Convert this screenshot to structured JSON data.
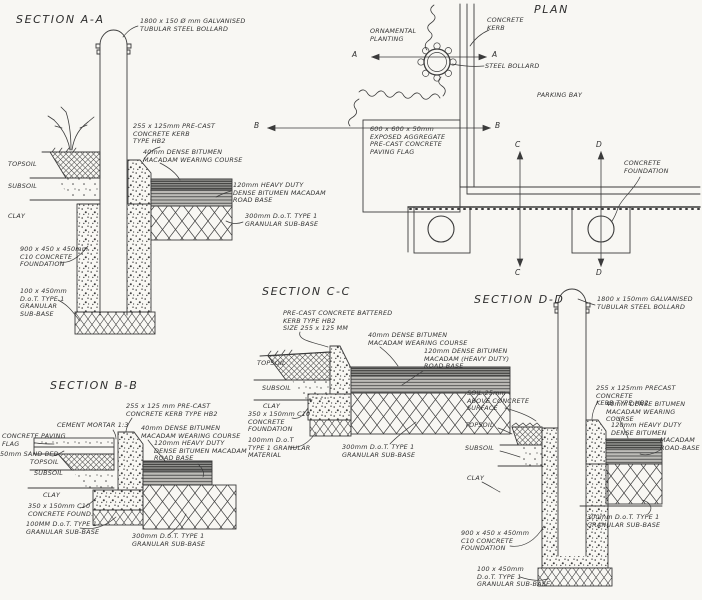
{
  "sections": {
    "aa": {
      "title": "SECTION A-A",
      "labels": {
        "bollard": "1800 x 150 Ø mm GALVANISED\nTUBULAR STEEL BOLLARD",
        "kerb": "255 x 125mm PRE-CAST\nCONCRETE KERB\nTYPE HB2",
        "wearing": "40mm DENSE BITUMEN\nMACADAM WEARING COURSE",
        "roadbase": "120mm HEAVY DUTY\nDENSE BITUMEN MACADAM\nROAD BASE",
        "subbase": "300mm D.o.T. TYPE 1\nGRANULAR SUB-BASE",
        "topsoil": "TOPSOIL",
        "subsoil": "SUBSOIL",
        "clay": "CLAY",
        "foundation": "900 x 450 x 450mm\nC10 CONCRETE\nFOUNDATION",
        "granular": "100 x 450mm\nD.o.T. TYPE 1\nGRANULAR\nSUB-BASE"
      }
    },
    "plan": {
      "title": "PLAN",
      "labels": {
        "planting": "ORNAMENTAL\nPLANTING",
        "kerb": "CONCRETE\nKERB",
        "bollard": "STEEL BOLLARD",
        "parking": "PARKING BAY",
        "flag": "600 x 600 x 50mm\nEXPOSED AGGREGATE\nPRE-CAST CONCRETE\nPAVING FLAG",
        "foundation": "CONCRETE\nFOUNDATION"
      },
      "markers": {
        "a": "A",
        "b": "B",
        "c": "C",
        "d": "D"
      }
    },
    "cc": {
      "title": "SECTION C-C",
      "labels": {
        "kerb": "PRE-CAST CONCRETE BATTERED\nKERB TYPE HB2\nSIZE 255 x 125 MM",
        "wearing": "40mm DENSE BITUMEN\nMACADAM WEARING COURSE",
        "roadbase": "120mm DENSE BITUMEN\nMACADAM (HEAVY DUTY)\nROAD BASE",
        "topsoil": "TOPSOIL",
        "subsoil": "SUBSOIL",
        "clay": "CLAY",
        "foundation": "350 x 150mm C10\nCONCRETE\nFOUNDATION",
        "granular": "100mm D.o.T\nTYPE 1 GRANULAR\nMATERIAL",
        "subbase": "300mm D.o.T. TYPE 1\nGRANULAR SUB-BASE"
      }
    },
    "bb": {
      "title": "SECTION B-B",
      "labels": {
        "mortar": "CEMENT MORTAR 1:3",
        "flag": "CONCRETE PAVING\nFLAG",
        "sand": "50mm SAND BED",
        "topsoil": "TOPSOIL",
        "subsoil": "SUBSOIL",
        "kerb": "255 x 125 mm PRE-CAST\nCONCRETE KERB TYPE HB2",
        "wearing": "40mm DENSE BITUMEN\nMACADAM WEARING COURSE",
        "roadbase": "120mm HEAVY DUTY\nDENSE BITUMEN MACADAM\nROAD BASE",
        "clay": "CLAY",
        "foundation": "350 x 150mm C10\nCONCRETE FOUND.",
        "granular100": "100MM D.o.T. TYPE 1\nGRANULAR SUB-BASE",
        "subbase300": "300mm D.o.T. TYPE 1\nGRANULAR SUB-BASE"
      }
    },
    "dd": {
      "title": "SECTION D-D",
      "labels": {
        "bollard": "1800 x 150mm  GALVANISED\nTUBULAR STEEL BOLLARD",
        "soil": "SOIL  25mm\nABOVE CONCRETE\nSURFACE",
        "topsoil": "TOPSOIL",
        "subsoil": "SUBSOIL",
        "clay": "CLAY",
        "kerb": "255 x 125mm PRECAST CONCRETE\nKERB TYPE HB2",
        "wearing": "40mm DENSE BITUMEN\nMACADAM WEARING COURSE",
        "roadbase_a": "120mm HEAVY DUTY\nDENSE BITUMEN",
        "roadbase_b": "MACADAM\nROAD-BASE",
        "foundation": "900 x 450 x 450mm\nC10 CONCRETE\nFOUNDATION",
        "subbase300": "300mm D.o.T. TYPE 1\nGRANULAR SUB-BASE",
        "granular100": "100 x 450mm\nD.o.T. TYPE 1\nGRANULAR SUB-BASE"
      }
    }
  }
}
